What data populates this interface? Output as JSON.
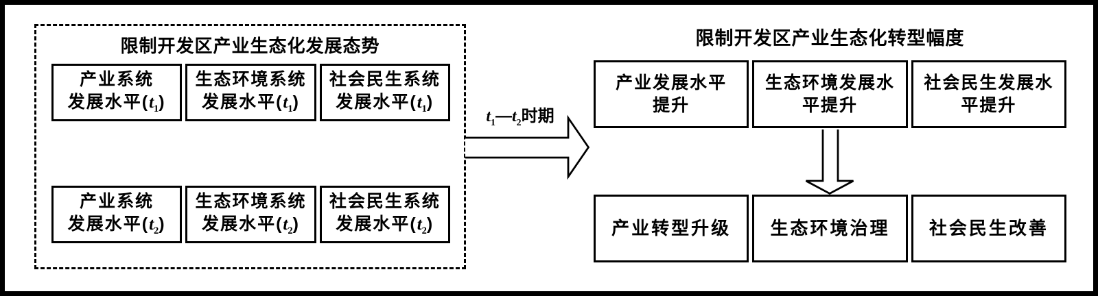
{
  "diagram": {
    "colors": {
      "line": "#000000",
      "background": "#ffffff"
    },
    "left_panel": {
      "title": "限制开发区产业生态化发展态势",
      "rows": [
        {
          "period": "t1",
          "cells": [
            {
              "line1": "产业系统",
              "line2_pre": "发展水平(",
              "var": "t",
              "sub": "1",
              "line2_post": ")"
            },
            {
              "line1": "生态环境系统",
              "line2_pre": "发展水平(",
              "var": "t",
              "sub": "1",
              "line2_post": ")"
            },
            {
              "line1": "社会民生系统",
              "line2_pre": "发展水平(",
              "var": "t",
              "sub": "1",
              "line2_post": ")"
            }
          ]
        },
        {
          "period": "t2",
          "cells": [
            {
              "line1": "产业系统",
              "line2_pre": "发展水平(",
              "var": "t",
              "sub": "2",
              "line2_post": ")"
            },
            {
              "line1": "生态环境系统",
              "line2_pre": "发展水平(",
              "var": "t",
              "sub": "2",
              "line2_post": ")"
            },
            {
              "line1": "社会民生系统",
              "line2_pre": "发展水平(",
              "var": "t",
              "sub": "2",
              "line2_post": ")"
            }
          ]
        }
      ]
    },
    "period_arrow": {
      "var1": "t",
      "sub1": "1",
      "dash": "—",
      "var2": "t",
      "sub2": "2",
      "suffix": "时期"
    },
    "right_panel": {
      "title": "限制开发区产业生态化转型幅度",
      "top_row": [
        {
          "line1": "产业发展水平",
          "line2": "提升"
        },
        {
          "line1": "生态环境发展水",
          "line2": "平提升"
        },
        {
          "line1": "社会民生发展水",
          "line2": "平提升"
        }
      ],
      "bottom_row": [
        {
          "label": "产业转型升级"
        },
        {
          "label": "生态环境治理"
        },
        {
          "label": "社会民生改善"
        }
      ]
    }
  }
}
